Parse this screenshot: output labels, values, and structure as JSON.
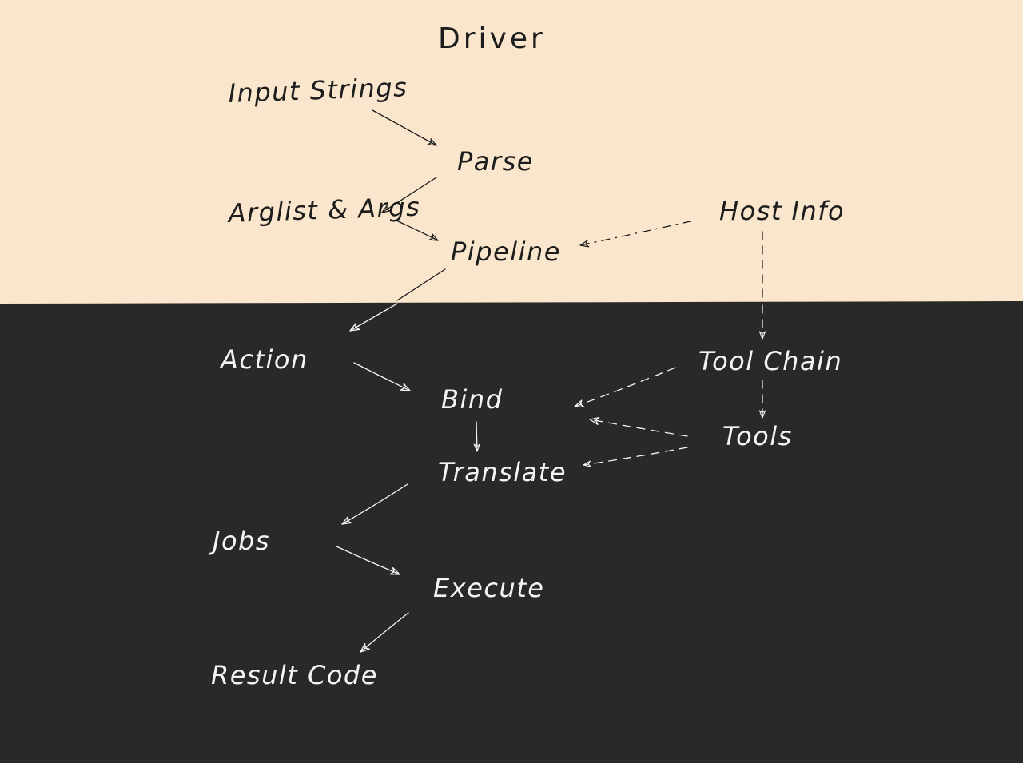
{
  "title": "Driver",
  "colors": {
    "top_background": "#f9e6cc",
    "bottom_background": "#2a2927",
    "top_ink": "#1c1c1c",
    "bottom_ink": "#f4f4f4"
  },
  "nodes": {
    "input_strings": "Input Strings",
    "parse": "Parse",
    "arglist_args": "Arglist & Args",
    "pipeline": "Pipeline",
    "host_info": "Host Info",
    "action": "Action",
    "bind": "Bind",
    "tool_chain": "Tool Chain",
    "tools": "Tools",
    "translate": "Translate",
    "jobs": "Jobs",
    "execute": "Execute",
    "result_code": "Result Code"
  },
  "edges": [
    {
      "from": "Input Strings",
      "to": "Parse",
      "style": "solid"
    },
    {
      "from": "Parse",
      "to": "Arglist & Args",
      "style": "solid"
    },
    {
      "from": "Arglist & Args",
      "to": "Pipeline",
      "style": "solid"
    },
    {
      "from": "Host Info",
      "to": "Pipeline",
      "style": "dash-dot"
    },
    {
      "from": "Pipeline",
      "to": "Action",
      "style": "solid"
    },
    {
      "from": "Host Info",
      "to": "Tool Chain",
      "style": "dashed"
    },
    {
      "from": "Action",
      "to": "Bind",
      "style": "solid"
    },
    {
      "from": "Tool Chain",
      "to": "Bind",
      "style": "dashed"
    },
    {
      "from": "Tool Chain",
      "to": "Tools",
      "style": "dashed"
    },
    {
      "from": "Tools",
      "to": "Bind",
      "style": "dashed"
    },
    {
      "from": "Bind",
      "to": "Translate",
      "style": "solid"
    },
    {
      "from": "Tools",
      "to": "Translate",
      "style": "dashed"
    },
    {
      "from": "Translate",
      "to": "Jobs",
      "style": "solid"
    },
    {
      "from": "Jobs",
      "to": "Execute",
      "style": "solid"
    },
    {
      "from": "Execute",
      "to": "Result Code",
      "style": "solid"
    }
  ]
}
